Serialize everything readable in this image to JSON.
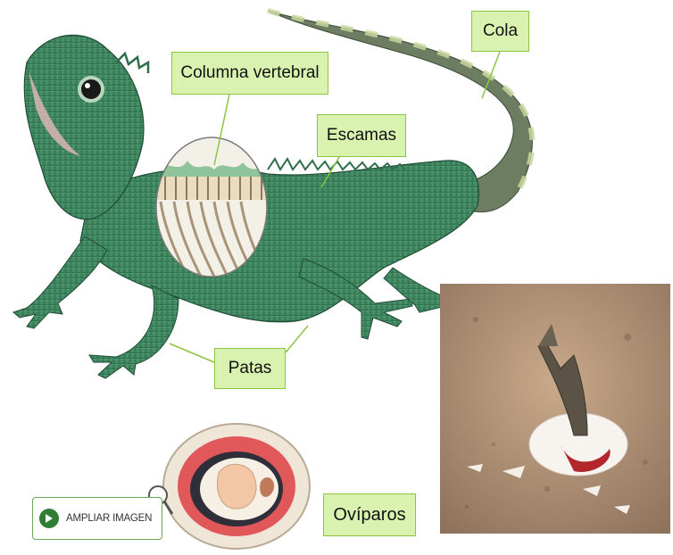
{
  "labels": {
    "columna": "Columna vertebral",
    "cola": "Cola",
    "escamas": "Escamas",
    "patas": "Patas",
    "oviparos": "Ovíparos"
  },
  "button": {
    "label": "AMPLIAR IMAGEN",
    "icon": "play-icon"
  },
  "colors": {
    "label_bg": "#d9f2b0",
    "label_border": "#8cc63f",
    "lizard_green": "#3d8a5e",
    "button_accent": "#2e7d32"
  }
}
